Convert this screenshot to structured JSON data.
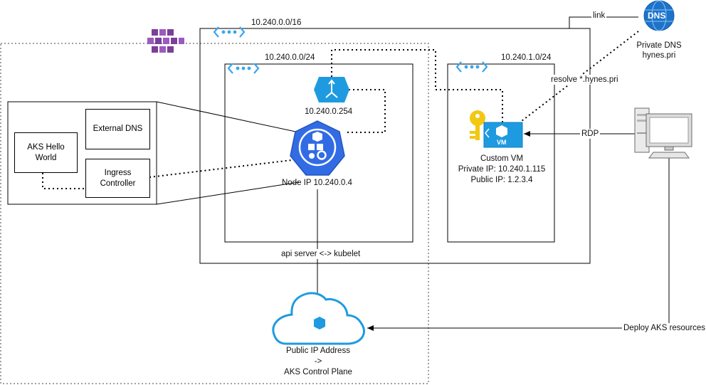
{
  "vnet": {
    "cidr": "10.240.0.0/16"
  },
  "subnet_aks": {
    "cidr": "10.240.0.0/24"
  },
  "subnet_vm": {
    "cidr": "10.240.1.0/24"
  },
  "load_balancer": {
    "ip": "10.240.0.254"
  },
  "aks_node": {
    "label": "Node IP 10.240.0.4"
  },
  "pods": {
    "external_dns": "External DNS",
    "ingress_line1": "Ingress",
    "ingress_line2": "Controller",
    "hello_line1": "AKS Hello",
    "hello_line2": "World"
  },
  "vm": {
    "name": "Custom VM",
    "private_ip": "Private IP: 10.240.1.115",
    "public_ip": "Public IP: 1.2.3.4",
    "badge": "VM"
  },
  "dns": {
    "icon_text": "DNS",
    "title": "Private DNS",
    "zone": "hynes.pri",
    "link_label": "link",
    "resolve_label": "resolve *.hynes.pri"
  },
  "connections": {
    "rdp": "RDP",
    "api_kubelet": "api server <-> kubelet",
    "deploy": "Deploy AKS resources"
  },
  "control_plane": {
    "line1": "Public IP Address",
    "line2": "->",
    "line3": "AKS Control Plane"
  },
  "colors": {
    "azure_blue": "#0078d4",
    "aks_blue": "#326ce5",
    "vm_blue": "#1e9be0",
    "key_yellow": "#f2c811",
    "registry_purple": "#7b3f98"
  }
}
